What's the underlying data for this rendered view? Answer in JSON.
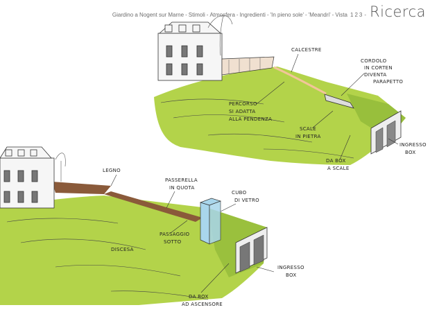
{
  "nav": {
    "items": [
      "Giardino a Nogent sur Marne",
      "Stimoli",
      "Atmosfera",
      "Ingredienti",
      "'In pieno sole'",
      "'Meandri'",
      "Vista"
    ],
    "pages": [
      "1",
      "2",
      "3"
    ],
    "separator": "-",
    "title": "Ricerca"
  },
  "sketch_top": {
    "labels": {
      "calcestre": "CALCESTRE",
      "cordolo_1": "CORDOLO",
      "cordolo_2": "IN CORTEN",
      "cordolo_3": "DIVENTA",
      "cordolo_4": "PARAPETTO",
      "percorso_1": "PERCORSO",
      "percorso_2": "SI ADATTA",
      "percorso_3": "ALLA PENDENZA",
      "scale_1": "SCALE",
      "scale_2": "IN PIETRA",
      "ingresso_1": "INGRESSO",
      "ingresso_2": "BOX",
      "dabox_1": "DA BOX",
      "dabox_2": "A SCALE"
    }
  },
  "sketch_bottom": {
    "labels": {
      "legno": "LEGNO",
      "passerella_1": "PASSERELLA",
      "passerella_2": "IN QUOTA",
      "cubo_1": "CUBO",
      "cubo_2": "DI VETRO",
      "passaggio_1": "PASSAGGIO",
      "passaggio_2": "SOTTO",
      "discesa": "DISCESA",
      "ingresso_1": "INGRESSO",
      "ingresso_2": "BOX",
      "dabox_1": "DA BOX",
      "dabox_2": "AD ASCENSORE"
    }
  },
  "colors": {
    "lawn": "#b3d34a",
    "lawn_dark": "#8db636",
    "wood": "#8a5a3a",
    "glass": "#a9d6ec",
    "path": "#f2c59a"
  }
}
